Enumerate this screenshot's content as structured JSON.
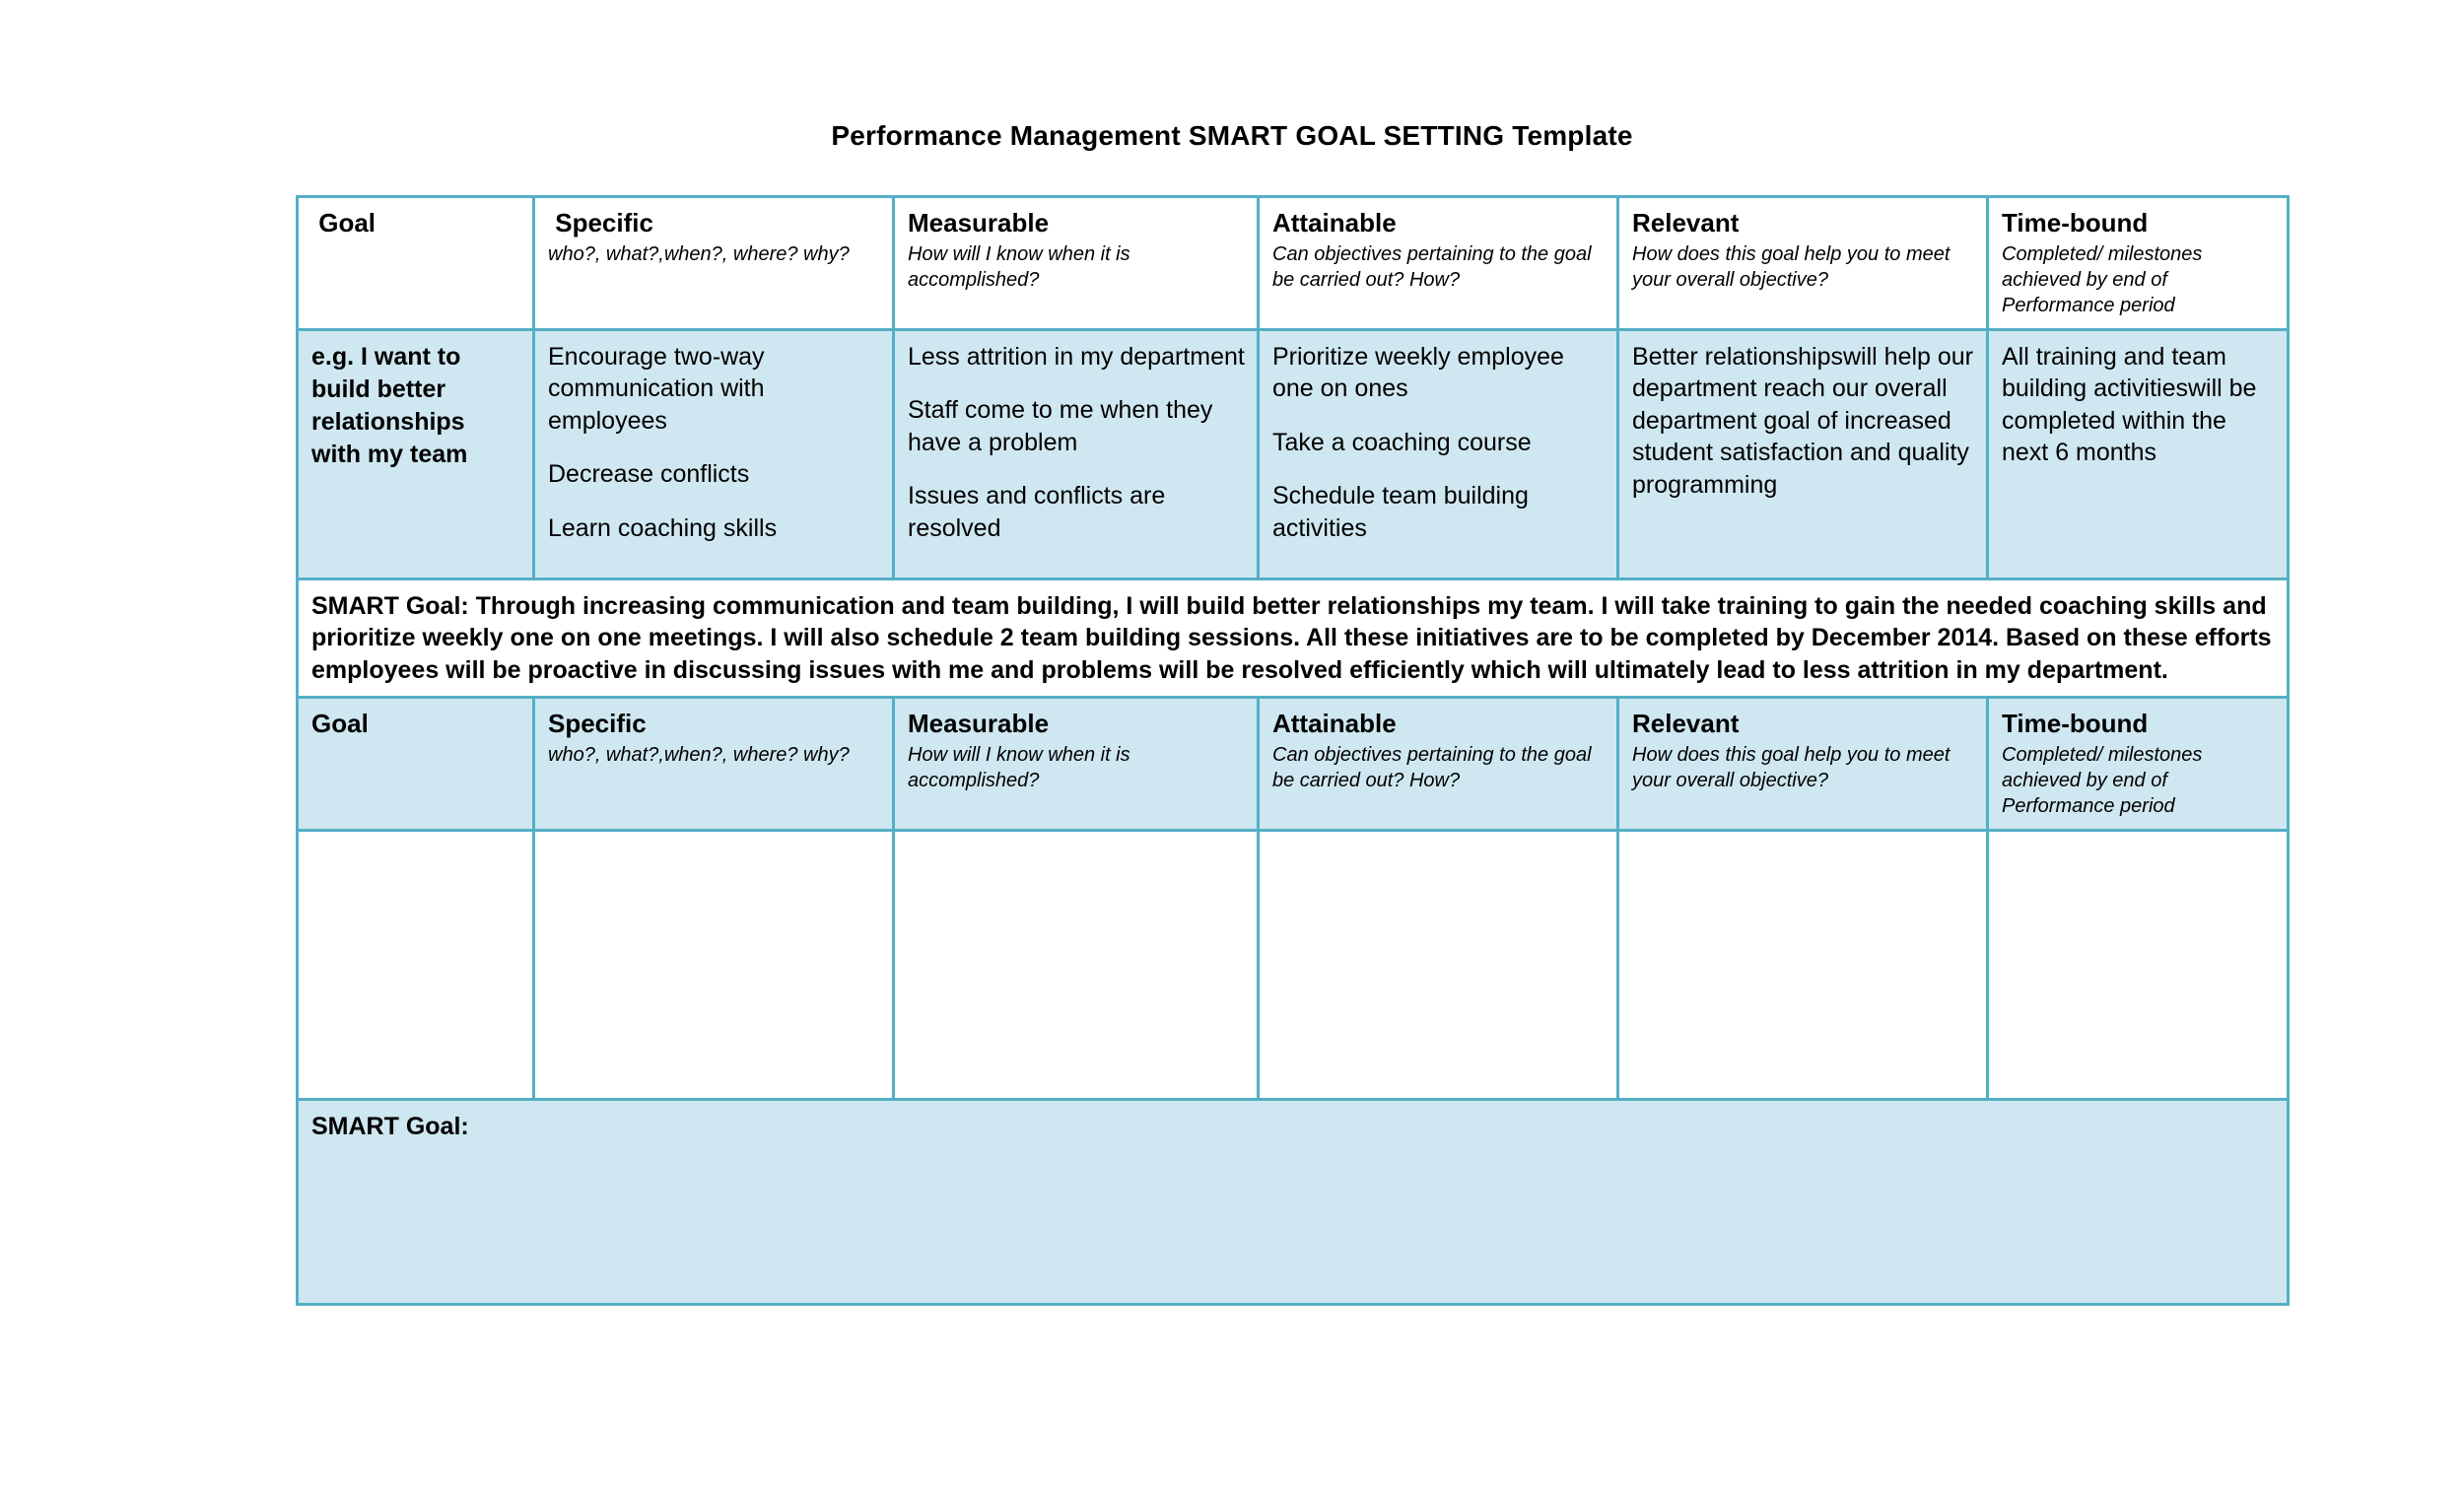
{
  "document": {
    "title": "Performance Management SMART GOAL SETTING Template"
  },
  "theme": {
    "border_color": "#55AFC6",
    "fill_color": "#CFE7F0",
    "page_background": "#FFFFFF",
    "text_color": "#000000"
  },
  "table": {
    "headers": [
      {
        "label": " Goal",
        "sub": ""
      },
      {
        "label": " Specific",
        "sub": "who?, what?,when?, where? why?"
      },
      {
        "label": "Measurable",
        "sub": "How will I know when it is accomplished?"
      },
      {
        "label": "Attainable",
        "sub": "Can objectives pertaining to the goal be carried out? How?"
      },
      {
        "label": "Relevant",
        "sub": "How does this goal help you to meet your overall objective?"
      },
      {
        "label": "Time-bound",
        "sub": "Completed/ milestones achieved by end of Performance period"
      }
    ],
    "headers2": [
      {
        "label": "Goal",
        "sub": ""
      },
      {
        "label": "Specific",
        "sub": "who?, what?,when?, where? why?"
      },
      {
        "label": "Measurable",
        "sub": "How will I know when it is accomplished?"
      },
      {
        "label": "Attainable",
        "sub": "Can objectives pertaining to the goal be carried out? How?"
      },
      {
        "label": "Relevant",
        "sub": "How does this goal help you to meet your overall objective?"
      },
      {
        "label": "Time-bound",
        "sub": "Completed/ milestones achieved by end of Performance period"
      }
    ],
    "example_row": {
      "goal": "e.g. I want to build better relationships with my team",
      "specific": [
        "Encourage two-way communication with employees",
        "Decrease conflicts",
        "Learn coaching skills"
      ],
      "measurable": [
        "Less attrition in my department",
        "Staff come to me when they have a problem",
        "Issues and conflicts are resolved"
      ],
      "attainable": [
        "Prioritize weekly employee one on ones",
        "Take a coaching course",
        "Schedule team building activities"
      ],
      "relevant": [
        "Better relationshipswill help our department reach our overall department goal of increased student satisfaction and quality programming"
      ],
      "time_bound": [
        "All training and team building activitieswill be completed within the next 6 months"
      ]
    },
    "smart_goal_example": "SMART Goal: Through increasing communication and team building, I will build better relationships my team. I will take training to gain the needed coaching skills and prioritize weekly one on one meetings. I will also schedule 2 team building sessions. All these initiatives are to be completed by December 2014. Based on these efforts employees will be proactive in discussing issues with me and problems will be resolved efficiently which will ultimately lead to less attrition in my department.",
    "blank_row": {
      "goal": "",
      "specific": "",
      "measurable": "",
      "attainable": "",
      "relevant": "",
      "time_bound": ""
    },
    "smart_goal_blank_label": "SMART Goal:"
  }
}
